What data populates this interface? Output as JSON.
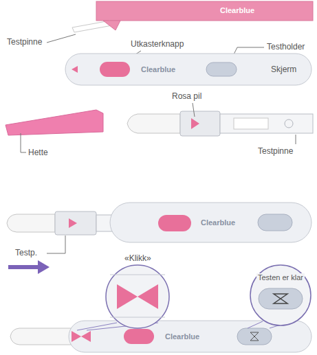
{
  "diagram": {
    "labels": [
      "Clearblue",
      "Testpinne",
      "Utkasterknapp",
      "Testholder",
      "Clearblue",
      "Skjerm",
      "Rosa pil",
      "Hette",
      "Testpinne",
      "Clearblue",
      "Testp.",
      "«Klikk»",
      "Testen er klar",
      "Clearblue"
    ]
  }
}
